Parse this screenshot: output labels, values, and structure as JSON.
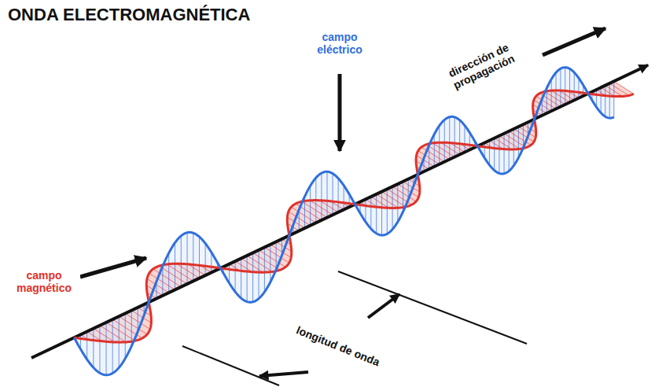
{
  "diagram": {
    "title": "ONDA ELECTROMAGNÉTICA",
    "labels": [
      "campo eléctrico",
      "dirección de propagación",
      "campo magnético",
      "longitud de onda"
    ]
  }
}
